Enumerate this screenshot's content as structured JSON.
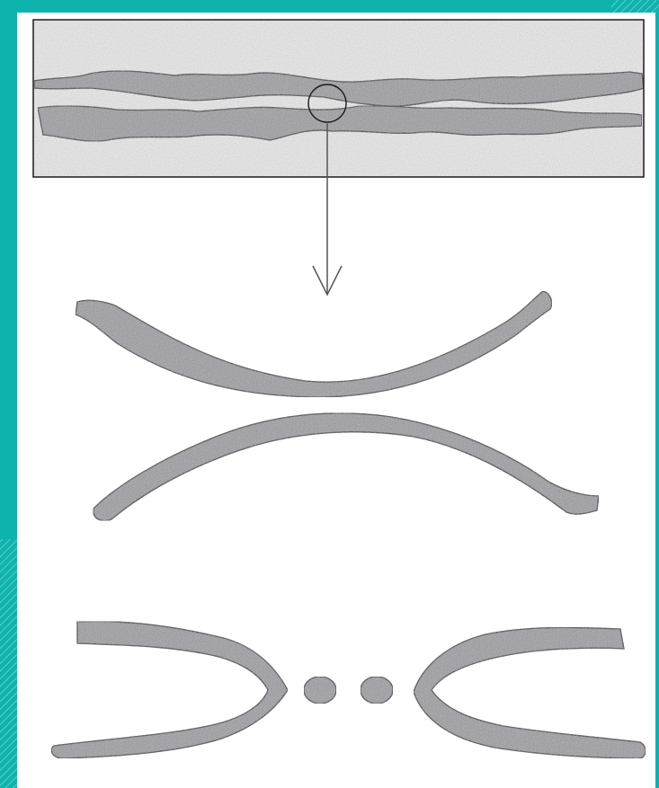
{
  "diagram": {
    "description_hidden": "",
    "colors": {
      "frame": "#0fb3ae",
      "paper": "#ffffff",
      "sheet_fill": "#ebebeb",
      "fiber_fill": "#9a9aa0",
      "outline": "#1a1a1a",
      "arrow": "#555555"
    },
    "icons": [
      "magnifier-circle-icon",
      "down-arrow-icon"
    ],
    "panels": [
      "cross-section",
      "contact-zoom",
      "fracture-debris"
    ]
  }
}
